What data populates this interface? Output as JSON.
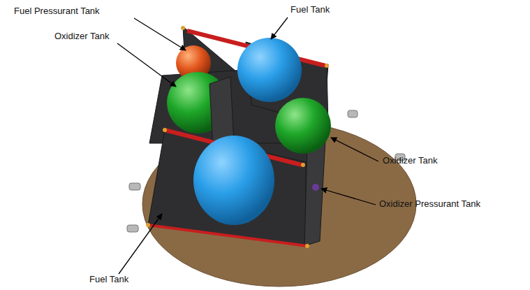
{
  "diagram": {
    "labels": [
      "Fuel Pressurant Tank",
      "Fuel Tank",
      "Oxidizer Tank",
      "Oxidizer Tank",
      "Oxidizer Pressurant Tank",
      "Fuel Tank"
    ]
  }
}
